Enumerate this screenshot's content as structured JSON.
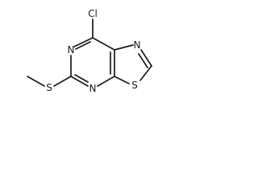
{
  "molecule": {
    "atom_labels": {
      "chlorine": "Cl",
      "n_upper_left": "N",
      "n_right": "N",
      "s_methyl": "S",
      "n_lower": "N",
      "s_ring": "S"
    }
  },
  "colors": {
    "ink": "#1a1a1a",
    "background": "#ffffff"
  }
}
